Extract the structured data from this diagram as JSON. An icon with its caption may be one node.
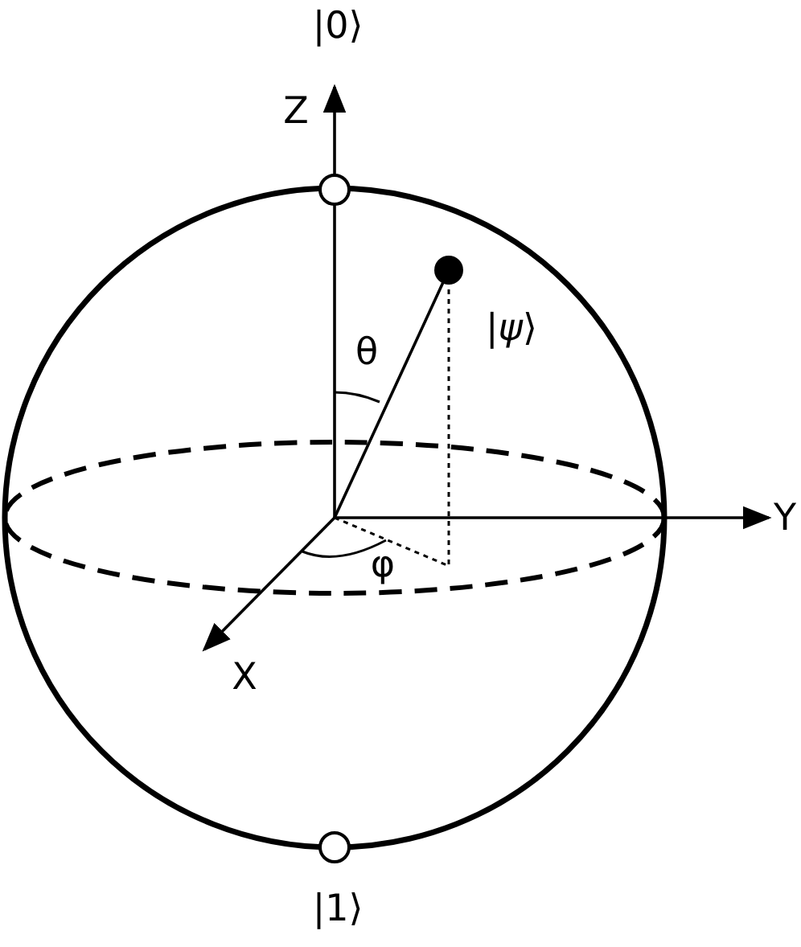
{
  "diagram": {
    "labels": [
      "|0⟩",
      "Z",
      "θ",
      "|*ψ*⟩",
      "Y",
      "φ",
      "X",
      "|1⟩"
    ]
  }
}
